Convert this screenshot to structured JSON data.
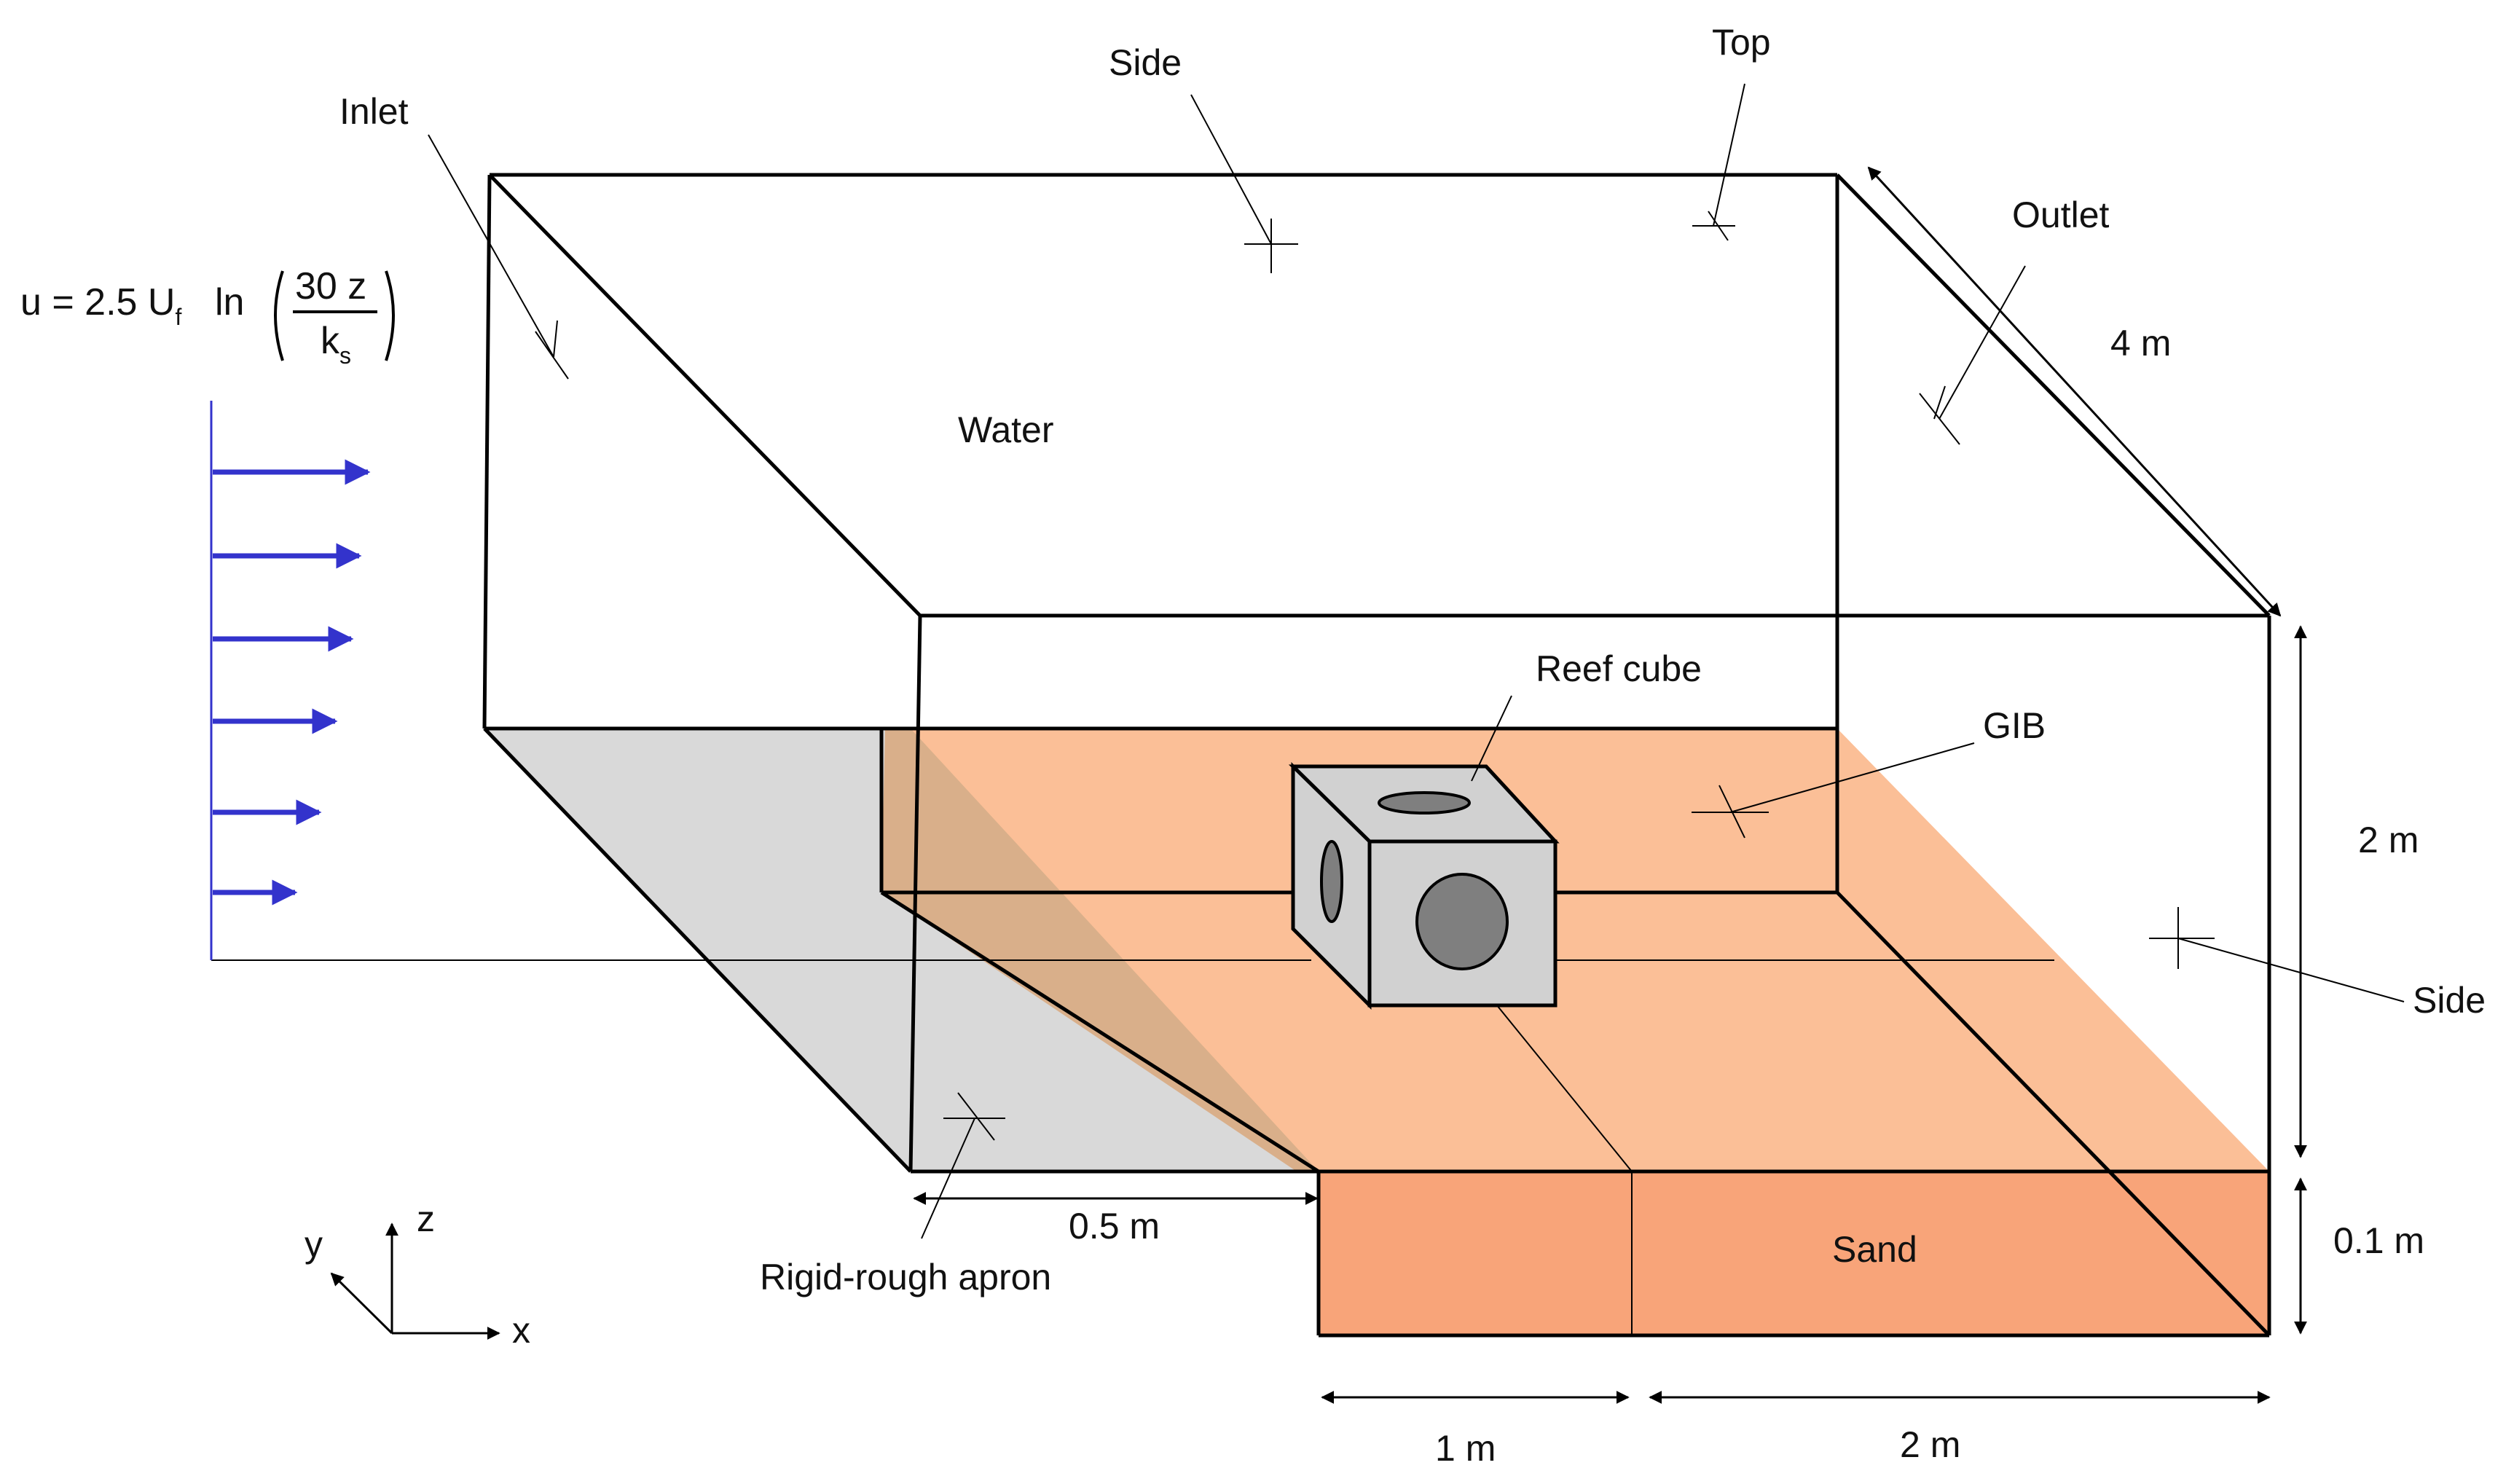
{
  "labels": {
    "inlet": "Inlet",
    "side_top": "Side",
    "top": "Top",
    "outlet": "Outlet",
    "water": "Water",
    "reef_cube": "Reef cube",
    "gib": "GIB",
    "side_right": "Side",
    "sand": "Sand",
    "rigid_rough_apron": "Rigid-rough apron"
  },
  "formula": {
    "lhs": "u = 2.5 U",
    "lhs_sub": "f",
    "ln": "ln",
    "numerator": "30 z",
    "denominator": "k",
    "denominator_sub": "s"
  },
  "dimensions": {
    "length_4m": "4 m",
    "height_2m": "2 m",
    "sand_depth": "0.1 m",
    "apron_length": "0.5 m",
    "length_1m": "1 m",
    "length_2m": "2 m"
  },
  "axes": {
    "x": "x",
    "y": "y",
    "z": "z"
  },
  "colors": {
    "sand_top": "#FBBF97",
    "sand_front": "#F8A479",
    "apron": "#D9D9D9",
    "apron_overlap": "#D9AF8A",
    "cube_face": "#D1D1D1",
    "cube_hole": "#7F7F7F",
    "velocity_arrows": "#3333CC"
  }
}
